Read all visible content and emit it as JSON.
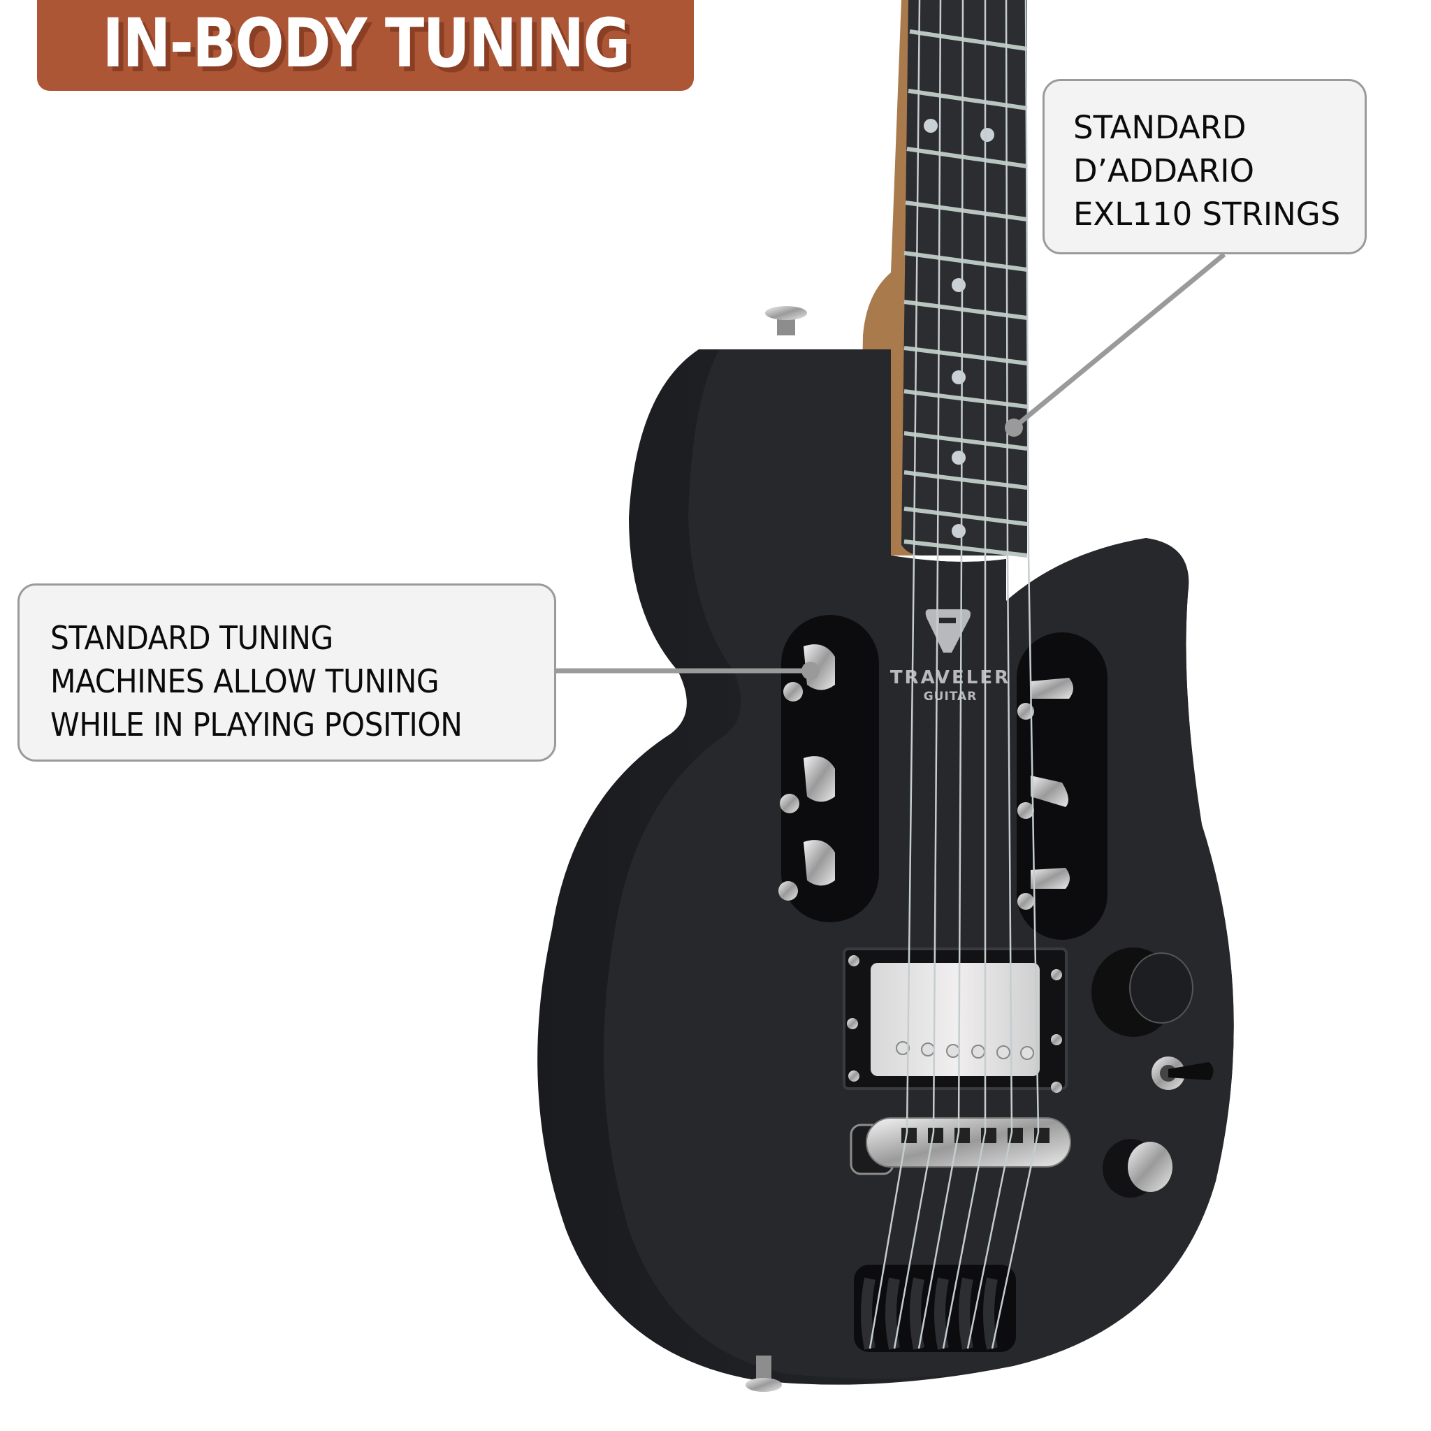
{
  "banner": {
    "title": "IN-BODY TUNING",
    "background_color": "#ad5636",
    "text_color": "#ffffff"
  },
  "callouts": [
    {
      "id": "strings",
      "lines": [
        "STANDARD",
        "D’ADDARIO",
        "EXL110 STRINGS"
      ]
    },
    {
      "id": "tuning-machines",
      "lines": [
        "STANDARD TUNING",
        "MACHINES ALLOW TUNING",
        "WHILE IN PLAYING POSITION"
      ]
    }
  ],
  "product": {
    "brand_line1": "TRAVELER",
    "brand_line2": "GUITAR",
    "body_color": "#26272b",
    "fretboard_color": "#2c2d31",
    "neck_wood_color": "#a87a4c",
    "leader_color": "#9a9a9a"
  }
}
